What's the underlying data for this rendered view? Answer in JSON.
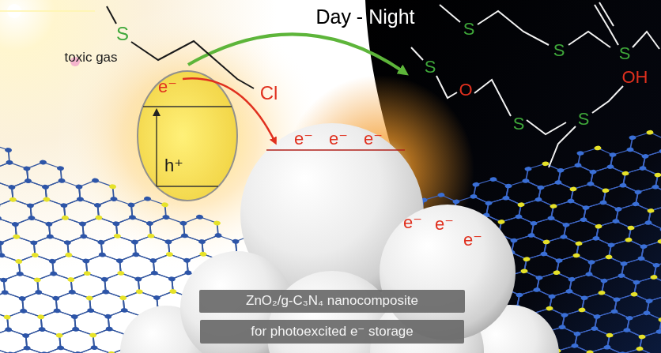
{
  "diagram": {
    "nodes": [
      {
        "text": [
          "ZnO₂/g-C₃N₄ nanocomposite"
        ]
      },
      {
        "text": [
          "for photoexcited e⁻ storage"
        ]
      }
    ],
    "labels": [
      "Day - Night",
      "toxic gas",
      "S",
      "Cl",
      "e⁻",
      "h⁺",
      "e⁻",
      "e⁻",
      "e⁻",
      "e⁻",
      "e⁻",
      "e⁻",
      "S",
      "S",
      "S",
      "S",
      "O",
      "S",
      "OH",
      "S"
    ]
  }
}
